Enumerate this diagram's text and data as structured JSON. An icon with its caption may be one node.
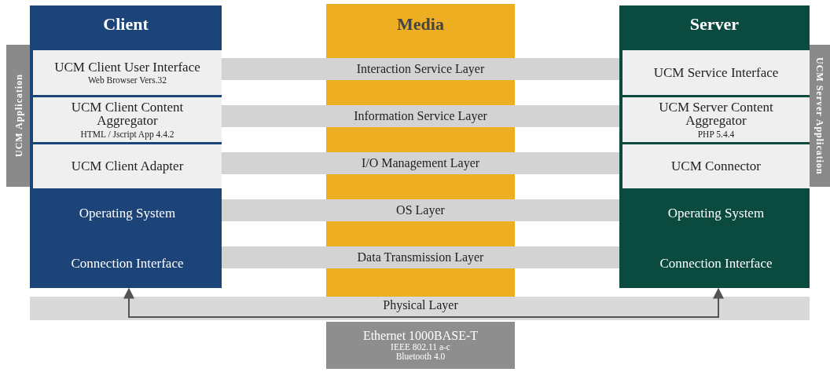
{
  "diagram": {
    "nodes": [
      {
        "text": [
          "Client"
        ]
      },
      {
        "text": [
          "UCM Client User Interface",
          "Web Browser Vers.32"
        ],
        "in": 0
      },
      {
        "text": [
          "UCM Client Content Aggregator",
          "HTML / Jscript App 4.4.2"
        ],
        "in": 0
      },
      {
        "text": [
          "UCM Client Adapter"
        ],
        "in": 0
      },
      {
        "text": [
          "Operating System"
        ],
        "in": 0
      },
      {
        "text": [
          "Connection Interface"
        ],
        "in": 0
      },
      {
        "text": [
          "Media"
        ]
      },
      {
        "text": [
          "Interaction Service Layer"
        ]
      },
      {
        "text": [
          "Information Service Layer"
        ]
      },
      {
        "text": [
          "I/O Management Layer"
        ]
      },
      {
        "text": [
          "OS Layer"
        ]
      },
      {
        "text": [
          "Data Transmission Layer"
        ]
      },
      {
        "text": [
          "Server"
        ]
      },
      {
        "text": [
          "UCM Service Interface"
        ],
        "in": 12
      },
      {
        "text": [
          "UCM Server Content Aggregator",
          "PHP 5.4.4"
        ],
        "in": 12
      },
      {
        "text": [
          "UCM Connector"
        ],
        "in": 12
      },
      {
        "text": [
          "Operating System"
        ],
        "in": 12
      },
      {
        "text": [
          "Connection Interface"
        ],
        "in": 12
      },
      {
        "text": [
          "UCM Application"
        ]
      },
      {
        "text": [
          "UCM Server Application"
        ]
      },
      {
        "text": [
          "Physical Layer"
        ]
      },
      {
        "text": [
          "Ethernet 1000BASE-T",
          "IEEE 802.11 a-c",
          "Bluetooth 4.0"
        ]
      }
    ],
    "edges": [
      {
        "from": 5,
        "to": 17,
        "arrow": "both"
      }
    ]
  }
}
